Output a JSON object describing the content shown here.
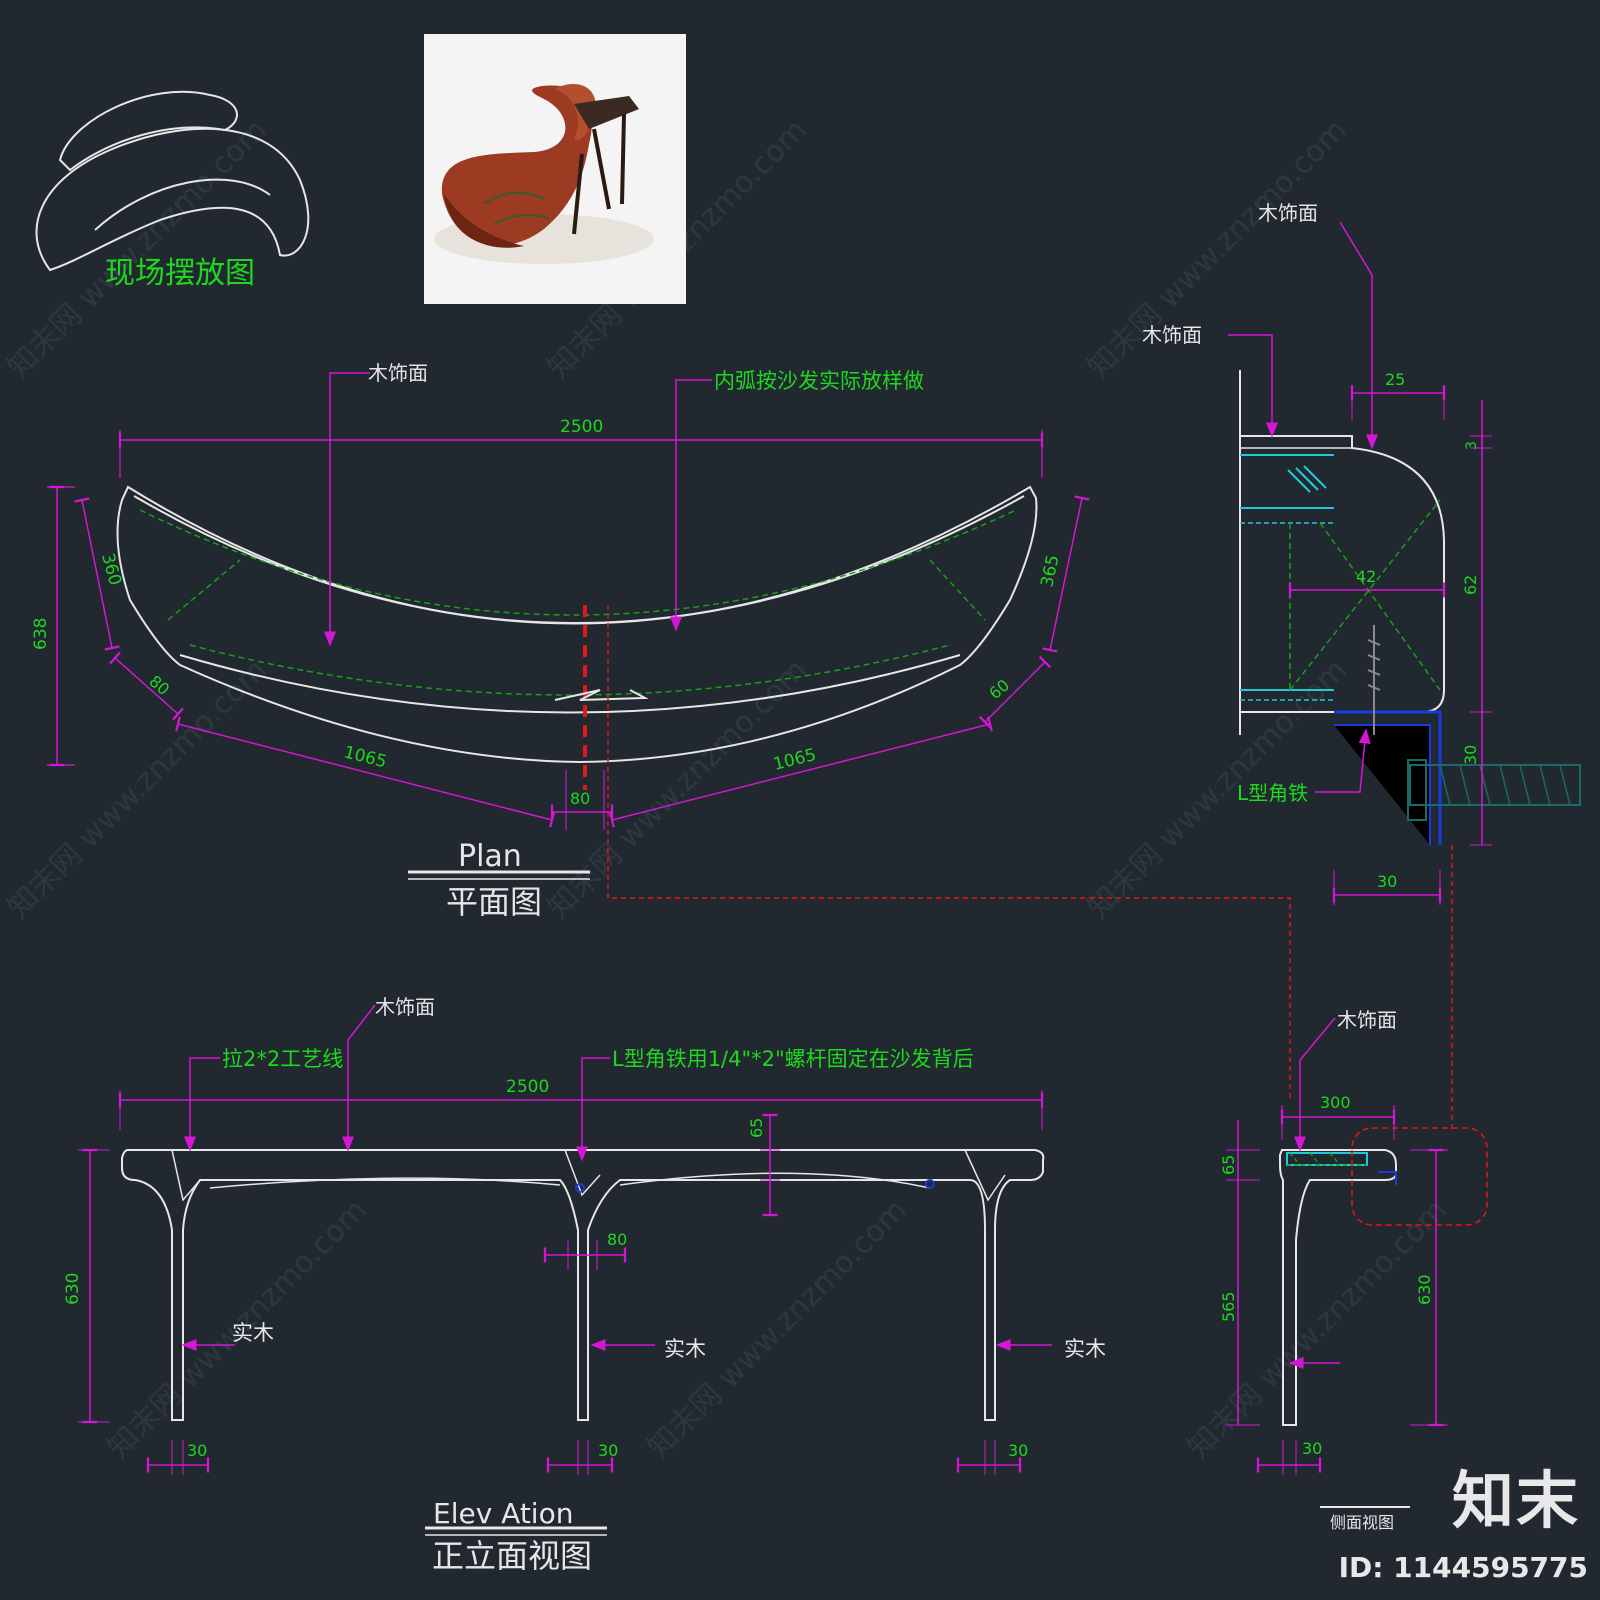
{
  "layout_sketch": {
    "label": "现场摆放图"
  },
  "plan": {
    "title_en": "Plan",
    "title_cn": "平面图",
    "dims": {
      "overall": "2500",
      "depth": "638",
      "left_side": "360",
      "right_side": "365",
      "left_end": "80",
      "right_end": "60",
      "left_seg": "1065",
      "right_seg": "1065",
      "center": "80"
    },
    "callouts": {
      "wood_face": "木饰面",
      "inner_arc": "内弧按沙发实际放样做"
    }
  },
  "section": {
    "callouts": {
      "wood_face_top": "木饰面",
      "wood_face_side": "木饰面",
      "bracket": "L型角铁"
    },
    "dims": {
      "top": "25",
      "thin": "3",
      "height": "62",
      "inner": "42",
      "lower": "30",
      "bottom": "30"
    }
  },
  "elevation": {
    "title_en": "Elev Ation",
    "title_cn": "正立面视图",
    "callouts": {
      "wood_face": "木饰面",
      "groove": "拉2*2工艺线",
      "bracket_note": "L型角铁用1/4\"*2\"螺杆固定在沙发背后",
      "solid_left": "实木",
      "solid_mid": "实木",
      "solid_right": "实木"
    },
    "dims": {
      "overall": "2500",
      "top": "65",
      "height": "630",
      "leg_width": "80",
      "leg_left": "30",
      "leg_mid": "30",
      "leg_right": "30"
    }
  },
  "side": {
    "title": "侧面视图",
    "callouts": {
      "wood_face": "木饰面"
    },
    "dims": {
      "width": "300",
      "top": "65",
      "leg": "565",
      "height": "630",
      "bottom": "30"
    }
  },
  "watermark": {
    "text": "知末网 www.znzmo.com"
  },
  "brand": {
    "logo": "知末",
    "id": "ID: 1144595775"
  },
  "colors": {
    "background": "#212830",
    "line": "#e6e6e6",
    "dimension": "#d417d4",
    "dim_text": "#1ed81e",
    "green_note": "#1ed81e",
    "hidden": "#18a018",
    "red_cut": "#e01818",
    "cyan": "#22c8d8",
    "blue": "#1a3ae0"
  }
}
